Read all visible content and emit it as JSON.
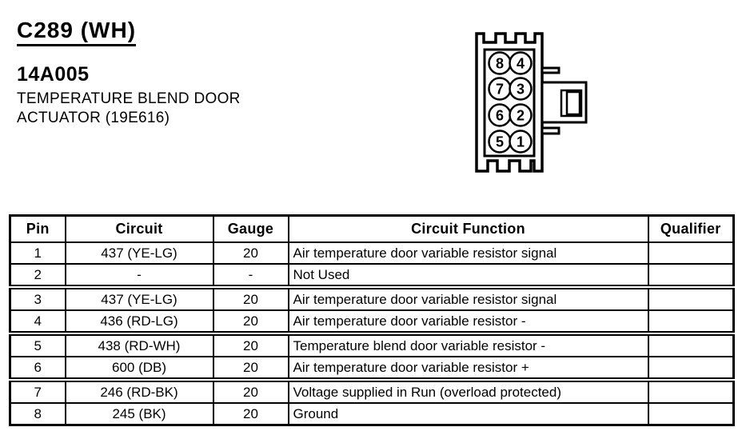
{
  "page": {
    "connector_id": "C289 (WH)",
    "part_number": "14A005",
    "component_line1": "TEMPERATURE BLEND DOOR",
    "component_line2": "ACTUATOR (19E616)"
  },
  "connector": {
    "pin_rows": [
      [
        "8",
        "4"
      ],
      [
        "7",
        "3"
      ],
      [
        "6",
        "2"
      ],
      [
        "5",
        "1"
      ]
    ]
  },
  "table": {
    "columns": [
      "Pin",
      "Circuit",
      "Gauge",
      "Circuit Function",
      "Qualifier"
    ],
    "rows": [
      {
        "pin": "1",
        "circuit": "437 (YE-LG)",
        "gauge": "20",
        "function": "Air temperature door variable resistor signal",
        "qualifier": ""
      },
      {
        "pin": "2",
        "circuit": "-",
        "gauge": "-",
        "function": "Not Used",
        "qualifier": ""
      },
      {
        "pin": "3",
        "circuit": "437 (YE-LG)",
        "gauge": "20",
        "function": "Air temperature door variable resistor signal",
        "qualifier": ""
      },
      {
        "pin": "4",
        "circuit": "436 (RD-LG)",
        "gauge": "20",
        "function": "Air temperature door variable resistor -",
        "qualifier": ""
      },
      {
        "pin": "5",
        "circuit": "438 (RD-WH)",
        "gauge": "20",
        "function": "Temperature blend door variable resistor -",
        "qualifier": ""
      },
      {
        "pin": "6",
        "circuit": "600 (DB)",
        "gauge": "20",
        "function": "Air temperature door variable resistor +",
        "qualifier": ""
      },
      {
        "pin": "7",
        "circuit": "246 (RD-BK)",
        "gauge": "20",
        "function": "Voltage supplied in Run (overload protected)",
        "qualifier": ""
      },
      {
        "pin": "8",
        "circuit": "245 (BK)",
        "gauge": "20",
        "function": "Ground",
        "qualifier": ""
      }
    ]
  },
  "colors": {
    "ink": "#000000",
    "paper": "#ffffff"
  }
}
